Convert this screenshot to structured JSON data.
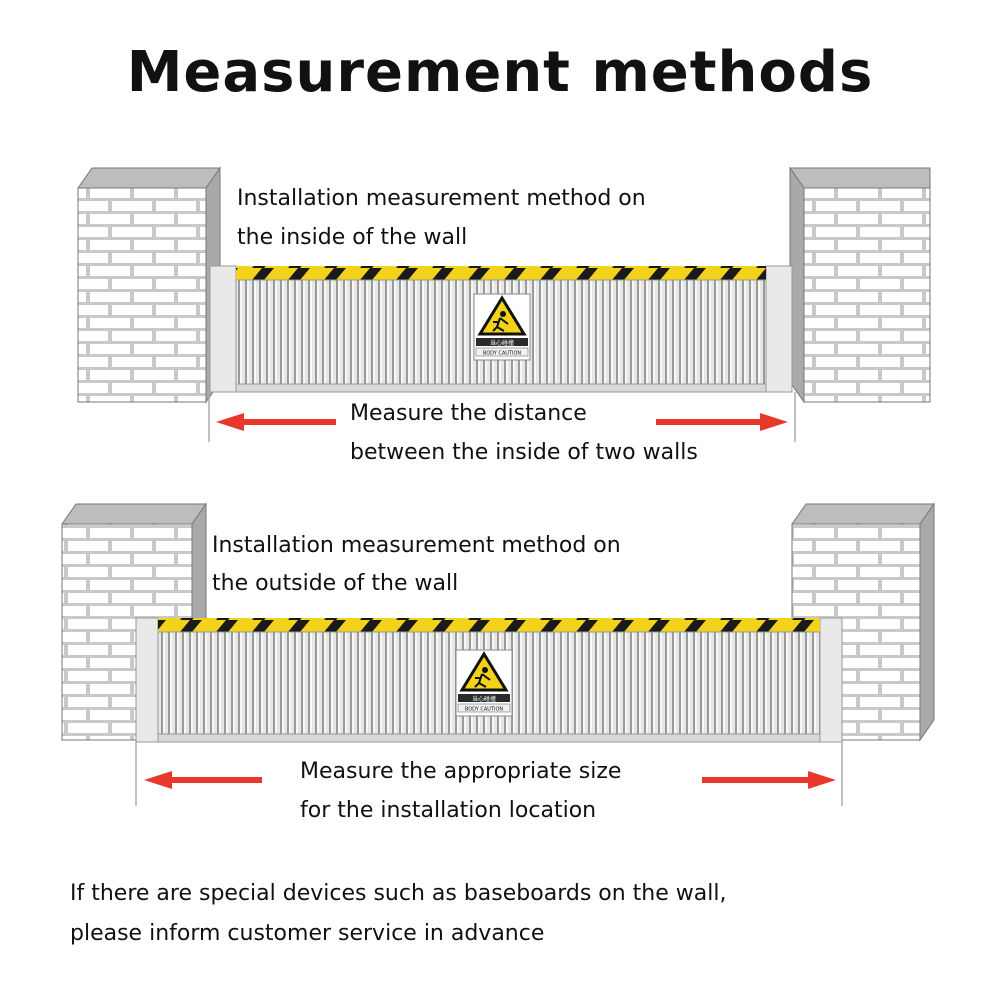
{
  "title": "Measurement methods",
  "sections": [
    {
      "heading_line1": "Installation measurement method on",
      "heading_line2": "the inside of the wall",
      "caption_line1": "Measure the distance",
      "caption_line2": "between the inside of two walls"
    },
    {
      "heading_line1": "Installation measurement method on",
      "heading_line2": "the outside of the wall",
      "caption_line1": "Measure the appropriate size",
      "caption_line2": "for the installation location"
    }
  ],
  "sign": {
    "line1": "当心碰撞",
    "line2": "BODY CAUTION"
  },
  "footer_line1": "If there are special devices such as baseboards on the wall,",
  "footer_line2": "please inform customer service in advance",
  "colors": {
    "arrow": "#e8372b",
    "hazard_yellow": "#f2d21b",
    "hazard_black": "#1a1a1a",
    "warning_yellow": "#f4d21a"
  }
}
